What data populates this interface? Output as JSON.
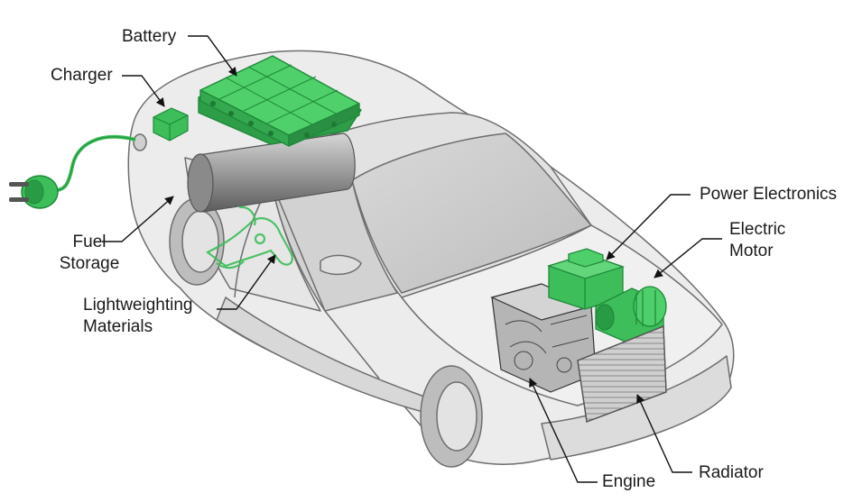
{
  "labels": {
    "battery": "Battery",
    "charger": "Charger",
    "fuel_storage": [
      "Fuel",
      "Storage"
    ],
    "lightweighting": [
      "Lightweighting",
      "Materials"
    ],
    "power_electronics": "Power Electronics",
    "electric_motor": [
      "Electric",
      "Motor"
    ],
    "engine": "Engine",
    "radiator": "Radiator"
  },
  "colors": {
    "component_green": "#3dbe5a",
    "component_dark_green": "#1f8a3a",
    "car_body": "#e9e9e9",
    "car_outline": "#6e6e6e"
  }
}
